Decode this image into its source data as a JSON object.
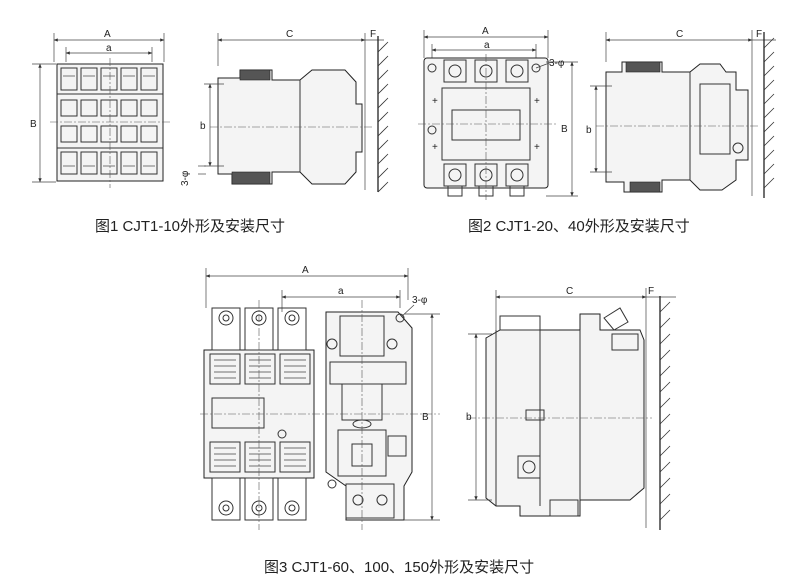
{
  "figure1": {
    "caption": "图1 CJT1-10外形及安装尺寸",
    "front": {
      "dim_A": "A",
      "dim_a": "a",
      "dim_B": "B",
      "dim_hole": "3-φ"
    },
    "side": {
      "dim_C": "C",
      "dim_F": "F",
      "dim_b": "b"
    }
  },
  "figure2": {
    "caption": "图2 CJT1-20、40外形及安装尺寸",
    "front": {
      "dim_A": "A",
      "dim_a": "a",
      "dim_B": "B",
      "dim_hole": "3-φ"
    },
    "side": {
      "dim_C": "C",
      "dim_F": "F",
      "dim_b": "b"
    }
  },
  "figure3": {
    "caption": "图3 CJT1-60、100、150外形及安装尺寸",
    "front": {
      "dim_A": "A",
      "dim_a": "a",
      "dim_B": "B",
      "dim_hole": "3-φ"
    },
    "side": {
      "dim_C": "C",
      "dim_F": "F",
      "dim_b": "b"
    }
  }
}
